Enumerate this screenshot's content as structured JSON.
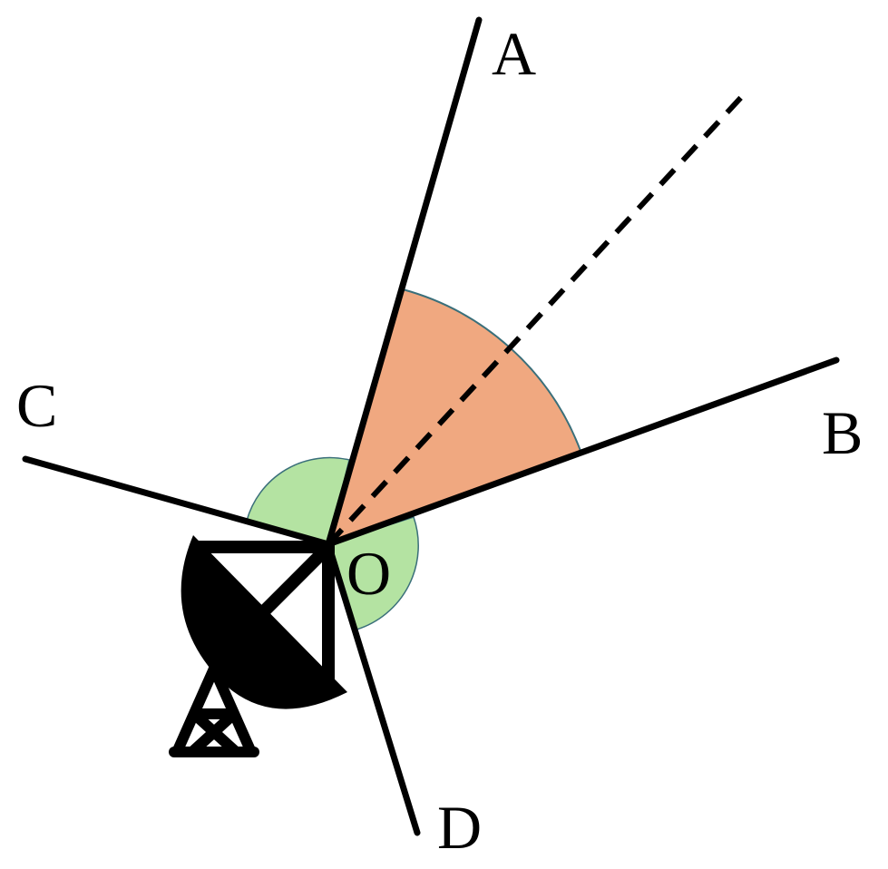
{
  "labels": {
    "a": "A",
    "b": "B",
    "c": "C",
    "d": "D",
    "o": "O"
  },
  "colors": {
    "sector_fill": "#f0a880",
    "green_fill": "#b4e3a2",
    "line": "#000000",
    "sector_edge": "#3a6f7a"
  },
  "icons": {
    "antenna": "satellite-dish-icon"
  }
}
